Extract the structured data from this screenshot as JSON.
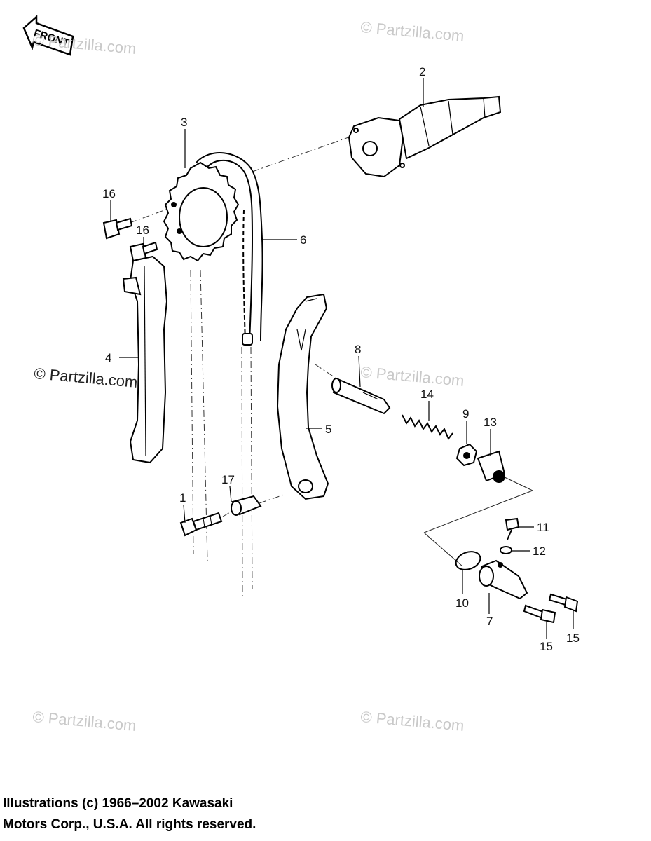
{
  "front_badge": {
    "label": "FRONT"
  },
  "watermarks": [
    {
      "text": "© Partzilla.com"
    },
    {
      "text": "© Partzilla.com"
    },
    {
      "text": "© Partzilla.com"
    },
    {
      "text": "© Partzilla.com"
    },
    {
      "text": "© Partzilla.com"
    },
    {
      "text": "© Partzilla.com"
    }
  ],
  "callouts": {
    "c1": "1",
    "c2": "2",
    "c3": "3",
    "c4": "4",
    "c5": "5",
    "c6": "6",
    "c7": "7",
    "c8": "8",
    "c9": "9",
    "c10": "10",
    "c11": "11",
    "c12": "12",
    "c13": "13",
    "c14": "14",
    "c15a": "15",
    "c15b": "15",
    "c16a": "16",
    "c16b": "16",
    "c17": "17"
  },
  "copyright": {
    "line1": "Illustrations (c) 1966–2002 Kawasaki",
    "line2": "Motors Corp., U.S.A.  All rights reserved."
  }
}
